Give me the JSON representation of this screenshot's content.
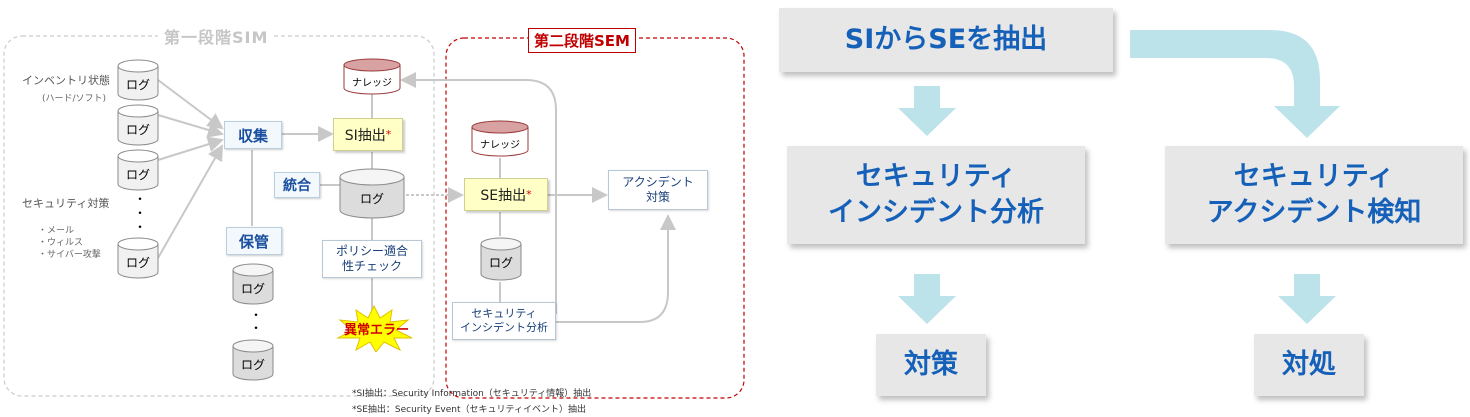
{
  "left": {
    "phase1_title": "第一段階SIM",
    "phase2_title": "第二段階SEM",
    "inventory": "インベントリ状態",
    "inventory_sub": "(ハード/ソフト)",
    "security": "セキュリティ対策",
    "security_items": [
      "・メール",
      "・ウィルス",
      "・サイバー攻撃"
    ],
    "log": "ログ",
    "knowledge": "ナレッジ",
    "collect": "収集",
    "integrate": "統合",
    "store": "保管",
    "si_extract": "SI抽出",
    "se_extract": "SE抽出",
    "asterisk": "*",
    "policy": [
      "ポリシー適合",
      "性チェック"
    ],
    "error": "異常エラー",
    "accident_action": [
      "アクシデント",
      "対策"
    ],
    "incident_analysis": [
      "セキュリティ",
      "インシデント分析"
    ],
    "dots": "・",
    "footnote1": "*SI抽出：Security Information（セキュリティ情報）抽出",
    "footnote2": "*SE抽出：Security Event（セキュリティイベント）抽出"
  },
  "right": {
    "top": "SIからSEを抽出",
    "mid_left": [
      "セキュリティ",
      "インシデント分析"
    ],
    "mid_right": [
      "セキュリティ",
      "アクシデント検知"
    ],
    "bottom_left": "対策",
    "bottom_right": "対処"
  },
  "colors": {
    "arrow_cyan": "#bde3ea",
    "title_blue": "#1560b8",
    "sem_red": "#c00000"
  }
}
